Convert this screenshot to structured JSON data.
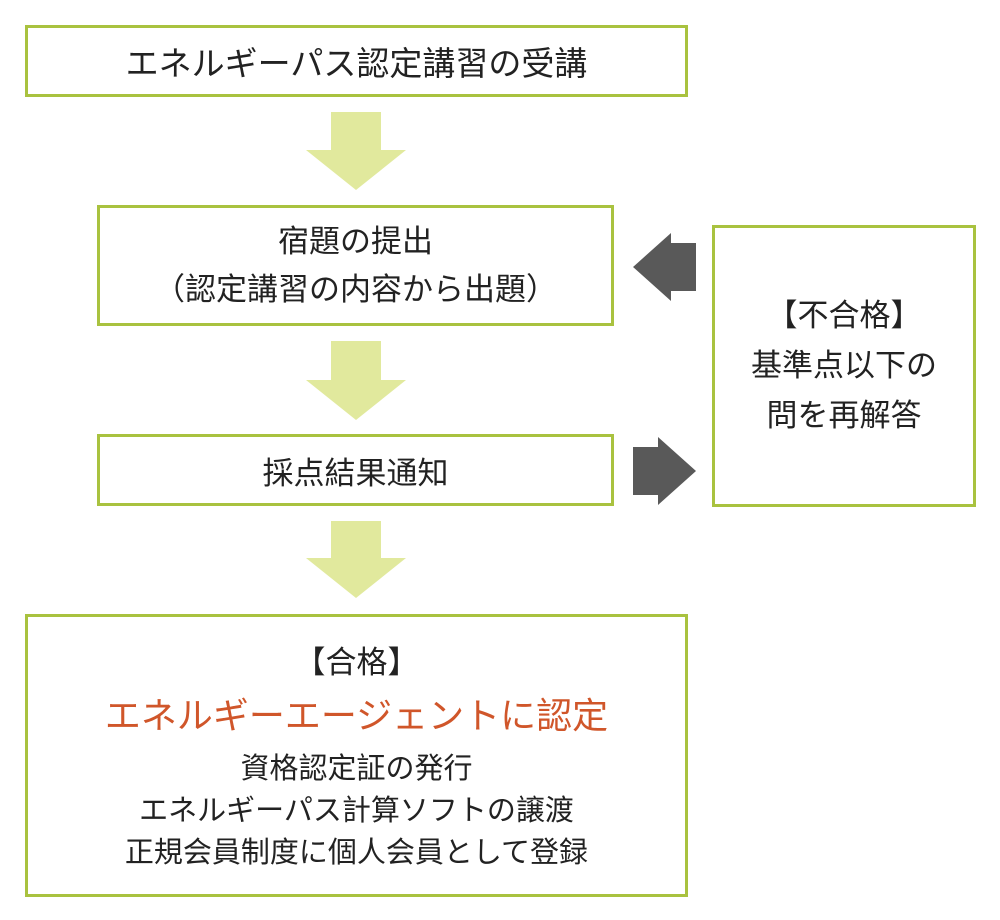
{
  "colors": {
    "box_border": "#a9c23f",
    "flow_arrow": "#e1e99d",
    "loop_arrow": "#595959",
    "highlight_text": "#d0562a",
    "text": "#222222"
  },
  "steps": {
    "enroll": {
      "label": "エネルギーパス認定講習の受講"
    },
    "assignment": {
      "title": "宿題の提出",
      "note": "（認定講習の内容から出題）"
    },
    "result": {
      "label": "採点結果通知"
    },
    "fail": {
      "heading": "【不合格】",
      "line1": "基準点以下の",
      "line2": "問を再解答"
    },
    "pass": {
      "heading": "【合格】",
      "main": "エネルギーエージェントに認定",
      "benefits": [
        "資格認定証の発行",
        "エネルギーパス計算ソフトの譲渡",
        "正規会員制度に個人会員として登録"
      ]
    }
  },
  "icons": {
    "flow_arrows": [
      "arrow-down-icon",
      "arrow-down-icon",
      "arrow-down-icon"
    ],
    "fail_arrow": "arrow-right-icon",
    "retry_arrow": "arrow-left-icon"
  }
}
